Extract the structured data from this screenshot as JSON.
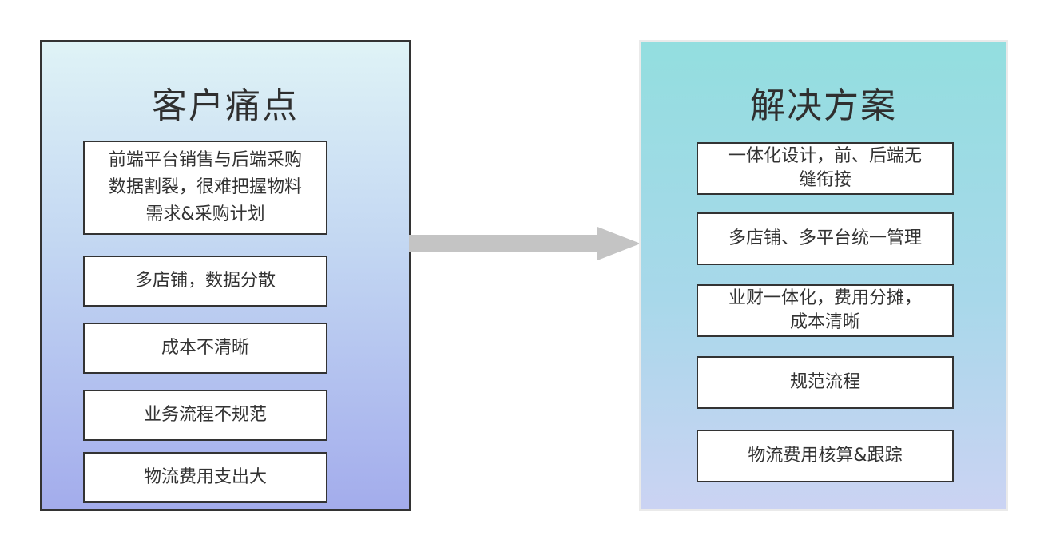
{
  "left_panel": {
    "title": "客户痛点",
    "items": [
      "前端平台销售与后端采购数据割裂，很难把握物料需求&采购计划",
      "多店铺，数据分散",
      "成本不清晰",
      "业务流程不规范",
      "物流费用支出大"
    ]
  },
  "right_panel": {
    "title": "解决方案",
    "items": [
      "一体化设计，前、后端无缝衔接",
      "多店铺、多平台统一管理",
      "业财一体化，费用分摊，成本清晰",
      "规范流程",
      "物流费用核算&跟踪"
    ]
  },
  "colors": {
    "arrow": "#c4c4c4",
    "box_border": "#333333",
    "left_gradient_top": "#dff3f6",
    "left_gradient_bottom": "#a3acec",
    "right_gradient_top": "#93dedf",
    "right_gradient_bottom": "#cbd3f3"
  },
  "icons": {
    "connector": "right-arrow-icon"
  }
}
